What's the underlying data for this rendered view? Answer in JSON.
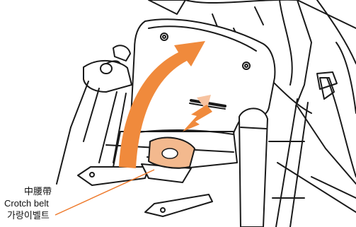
{
  "labels": {
    "chinese": "中腰帶",
    "english": "Crotch belt",
    "korean": "가랑이벨트"
  },
  "colors": {
    "line": "#1a1a1a",
    "orange_arrow": "#f08a3c",
    "pale_orange": "#f7c3a0",
    "buckle_fill": "#f3b98e",
    "leader_line": "#ee7a2c",
    "background": "#ffffff"
  },
  "icons": {
    "rotation_arrow": "curved-double-arrow-icon",
    "slide_arrow": "down-arrow-icon",
    "buckle": "crotch-buckle-icon"
  }
}
